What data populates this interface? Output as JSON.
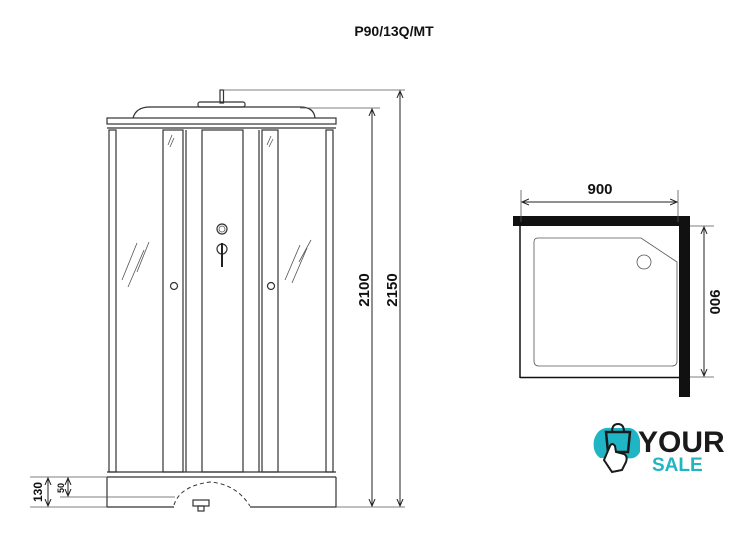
{
  "title": "P90/13Q/MT",
  "front_view": {
    "dims": {
      "total_height": "2150",
      "cabin_height": "2100",
      "tray_height": "130",
      "tray_inner": "50"
    }
  },
  "plan_view": {
    "dims": {
      "width": "900",
      "depth": "900"
    }
  },
  "logo": {
    "line1": "YOUR",
    "line2": "SALE",
    "color_dark": "#1a1a1a",
    "color_accent": "#1fb5c4"
  }
}
